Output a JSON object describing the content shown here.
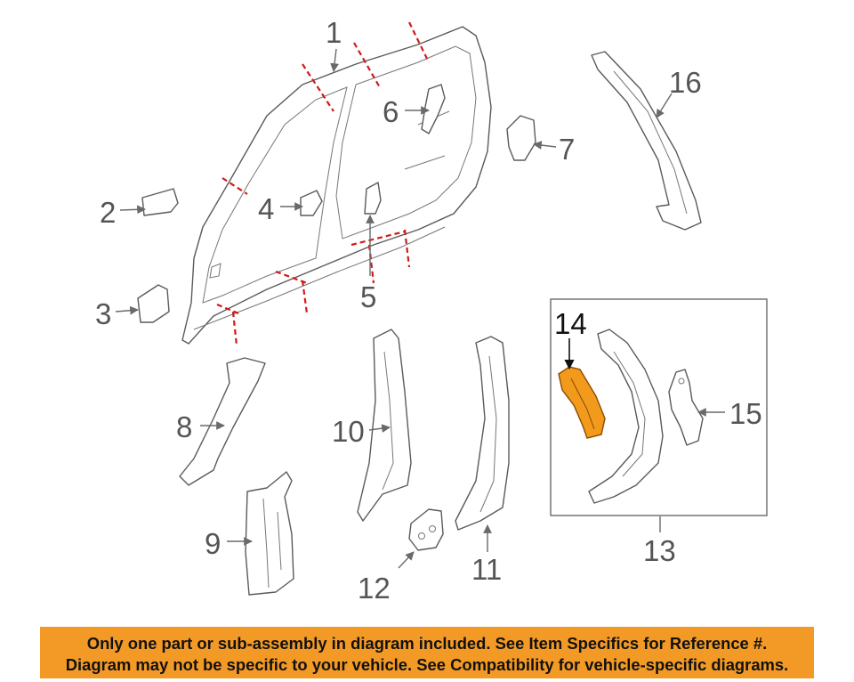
{
  "callouts": {
    "c1": "1",
    "c2": "2",
    "c3": "3",
    "c4": "4",
    "c5": "5",
    "c6": "6",
    "c7": "7",
    "c8": "8",
    "c9": "9",
    "c10": "10",
    "c11": "11",
    "c12": "12",
    "c13": "13",
    "c14": "14",
    "c15": "15",
    "c16": "16"
  },
  "highlighted_part": "14",
  "colors": {
    "highlight": "#f29a1c",
    "cut_lines": "#d11a1a",
    "banner": "#f39a26"
  },
  "disclaimer": {
    "line1": "Only one part or sub-assembly in diagram included. See Item Specifics for Reference #.",
    "line2": "Diagram may not be specific to your vehicle. See Compatibility for vehicle-specific diagrams."
  }
}
